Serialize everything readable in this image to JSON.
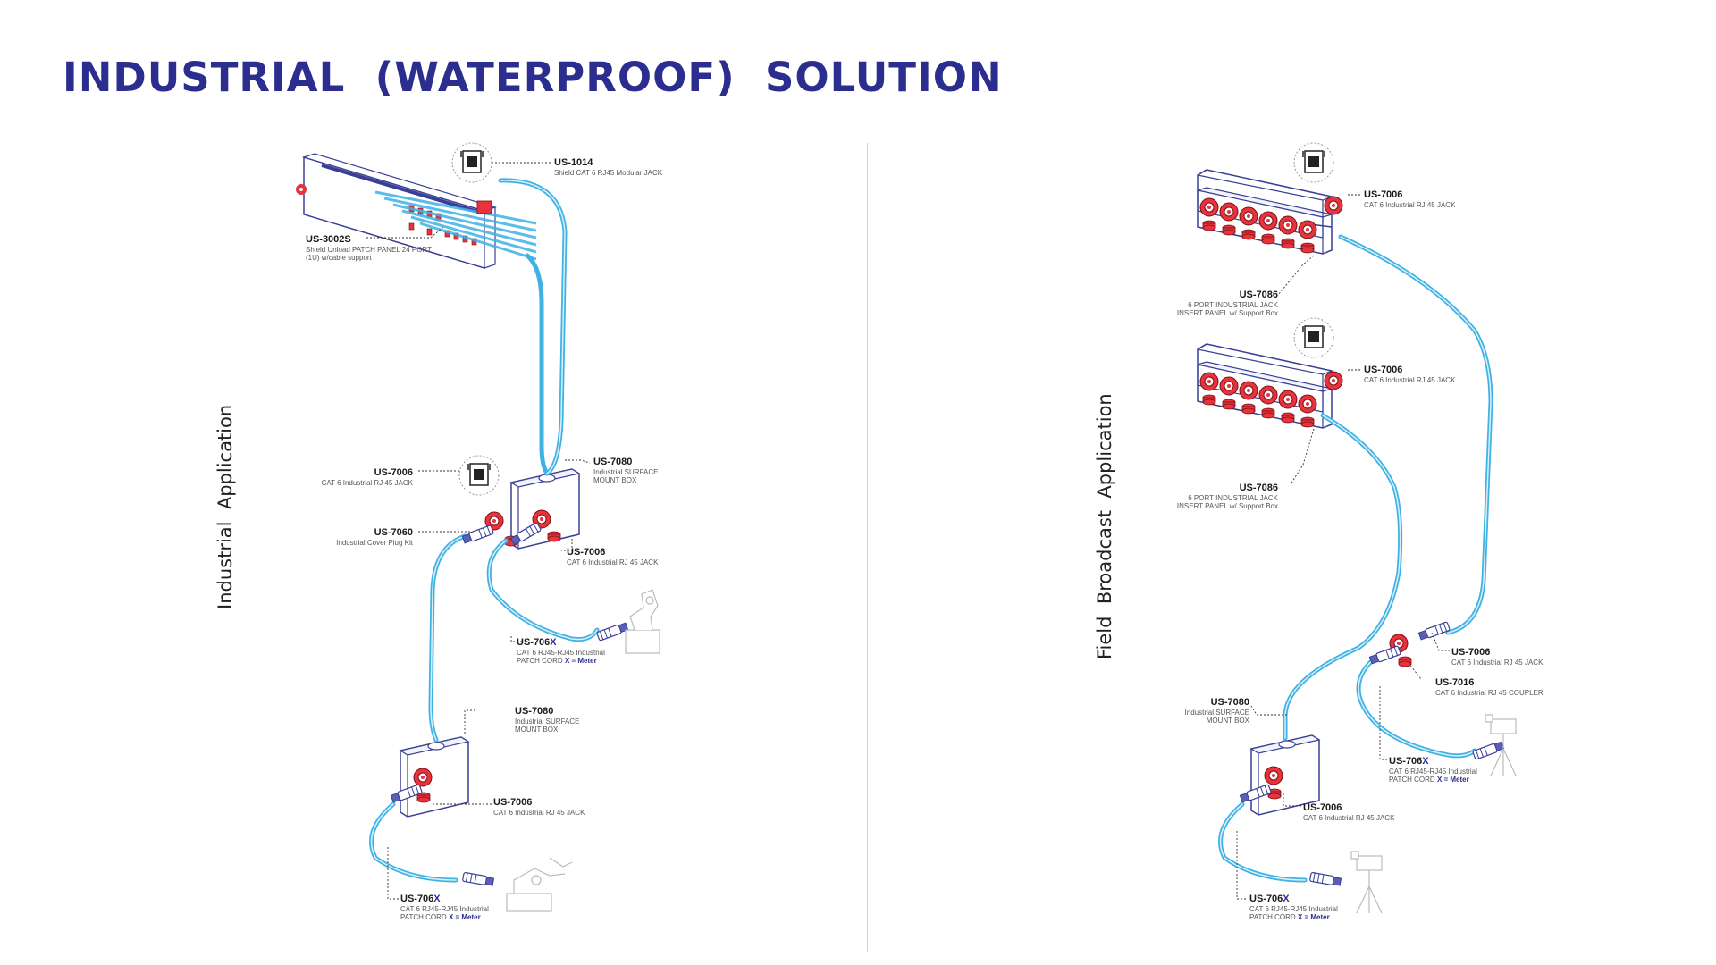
{
  "title": "INDUSTRIAL  (WATERPROOF)  SOLUTION",
  "colors": {
    "title": "#2b2d8f",
    "cable": "#3fb2e3",
    "jack": "#e8333c",
    "outline": "#3a3f96"
  },
  "left_section": {
    "label": "Industrial  Application",
    "callouts": [
      {
        "code": "US-1014",
        "desc": [
          "Shield CAT 6 RJ45 Modular JACK"
        ]
      },
      {
        "code": "US-3002S",
        "desc": [
          "Shield Unload PATCH PANEL 24 PORT",
          "(1U) w/cable  support"
        ]
      },
      {
        "code": "US-7006",
        "desc": [
          "CAT 6 Industrial RJ 45 JACK"
        ]
      },
      {
        "code": "US-7080",
        "desc": [
          "Industrial SURFACE",
          "MOUNT BOX"
        ]
      },
      {
        "code": "US-7060",
        "desc": [
          "Industrial Cover Plug Kit"
        ]
      },
      {
        "code": "US-7006",
        "desc": [
          "CAT 6 Industrial RJ 45 JACK"
        ]
      },
      {
        "code": "US-7080",
        "desc": [
          "Industrial SURFACE",
          "MOUNT BOX"
        ]
      },
      {
        "code": "US-7006",
        "desc": [
          "CAT 6 Industrial RJ 45 JACK"
        ]
      }
    ],
    "cords": [
      {
        "code_prefix": "US-706",
        "code_suffix": "X",
        "desc": "CAT 6 RJ45-RJ45 Industrial",
        "note_prefix": "PATCH CORD",
        "note_value": "X = Meter"
      },
      {
        "code_prefix": "US-706",
        "code_suffix": "X",
        "desc": "CAT 6 RJ45-RJ45 Industrial",
        "note_prefix": "PATCH CORD",
        "note_value": "X = Meter"
      }
    ]
  },
  "right_section": {
    "label": "Field  Broadcast  Application",
    "callouts": [
      {
        "code": "US-7006",
        "desc": [
          "CAT 6 Industrial RJ 45 JACK"
        ]
      },
      {
        "code": "US-7086",
        "desc": [
          "6 PORT INDUSTRIAL JACK",
          "INSERT PANEL w/ Support Box"
        ]
      },
      {
        "code": "US-7006",
        "desc": [
          "CAT 6 Industrial RJ 45 JACK"
        ]
      },
      {
        "code": "US-7086",
        "desc": [
          "6 PORT INDUSTRIAL JACK",
          "INSERT PANEL w/ Support Box"
        ]
      },
      {
        "code": "US-7006",
        "desc": [
          "CAT 6 Industrial RJ 45 JACK"
        ]
      },
      {
        "code": "US-7016",
        "desc": [
          "CAT 6 Industrial RJ 45 COUPLER"
        ]
      },
      {
        "code": "US-7080",
        "desc": [
          "Industrial SURFACE",
          "MOUNT BOX"
        ]
      },
      {
        "code": "US-7006",
        "desc": [
          "CAT 6 Industrial RJ 45 JACK"
        ]
      }
    ],
    "cords": [
      {
        "code_prefix": "US-706",
        "code_suffix": "X",
        "desc": "CAT 6 RJ45-RJ45 Industrial",
        "note_prefix": "PATCH CORD",
        "note_value": "X = Meter"
      },
      {
        "code_prefix": "US-706",
        "code_suffix": "X",
        "desc": "CAT 6 RJ45-RJ45 Industrial",
        "note_prefix": "PATCH CORD",
        "note_value": "X = Meter"
      }
    ]
  }
}
